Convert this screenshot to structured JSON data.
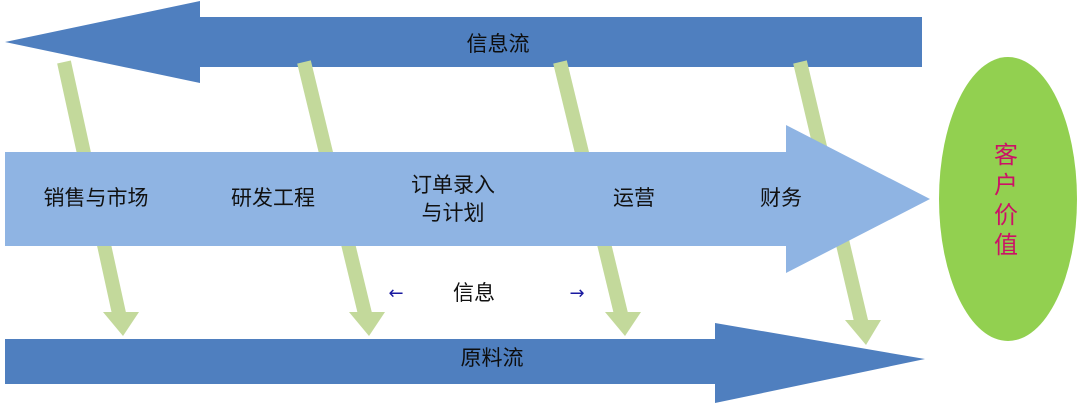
{
  "info_flow": {
    "label": "信息流"
  },
  "material_flow": {
    "label": "原料流"
  },
  "departments": [
    {
      "label": "销售与市场"
    },
    {
      "label": "研发工程"
    },
    {
      "label": "订单录入\n与计划"
    },
    {
      "label": "运营"
    },
    {
      "label": "财务"
    }
  ],
  "info": {
    "label": "信息",
    "left_arrow": "←",
    "right_arrow": "→"
  },
  "customer": {
    "label": "客户价值"
  },
  "colors": {
    "info_flow_arrow": "#4f7fbf",
    "process_arrow": "#8fb4e3",
    "material_flow_arrow": "#4f7fbf",
    "connector": "#c3d99b",
    "customer_fill": "#92d050",
    "customer_text": "#cc1166",
    "info_arrow_glyph": "#1a1aa0"
  }
}
